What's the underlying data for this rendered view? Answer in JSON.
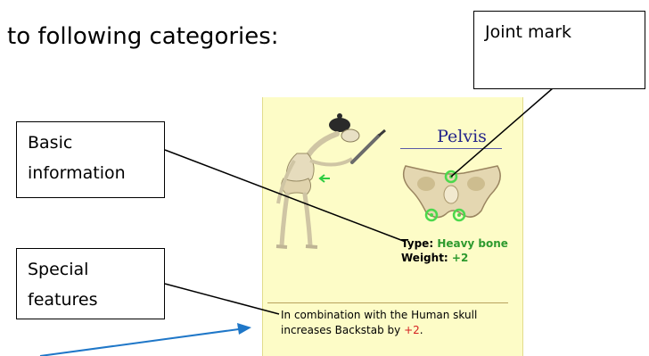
{
  "intro_text": "to following categories:",
  "callouts": {
    "joint_mark": "Joint mark",
    "basic_info_line1": "Basic",
    "basic_info_line2": "information",
    "special_line1": "Special",
    "special_line2": "features"
  },
  "card": {
    "title": "Pelvis",
    "type_label": "Type:",
    "type_value": "Heavy bone",
    "weight_label": "Weight:",
    "weight_value": "+2",
    "description_prefix": "In combination with the Human skull increases Backstab by ",
    "description_value": "+2",
    "description_suffix": "."
  },
  "colors": {
    "card_background": "#fdfcc7",
    "title_color": "#23238a",
    "stat_value_color": "#2e9a2e",
    "bonus_color": "#d42020",
    "joint_marker_color": "#4cd84c",
    "arrow_color": "#1f77c8"
  },
  "icons": [
    "skeleton-illustration",
    "pelvis-illustration",
    "joint-marker-icon",
    "green-arrow-icon",
    "sword-icon"
  ]
}
